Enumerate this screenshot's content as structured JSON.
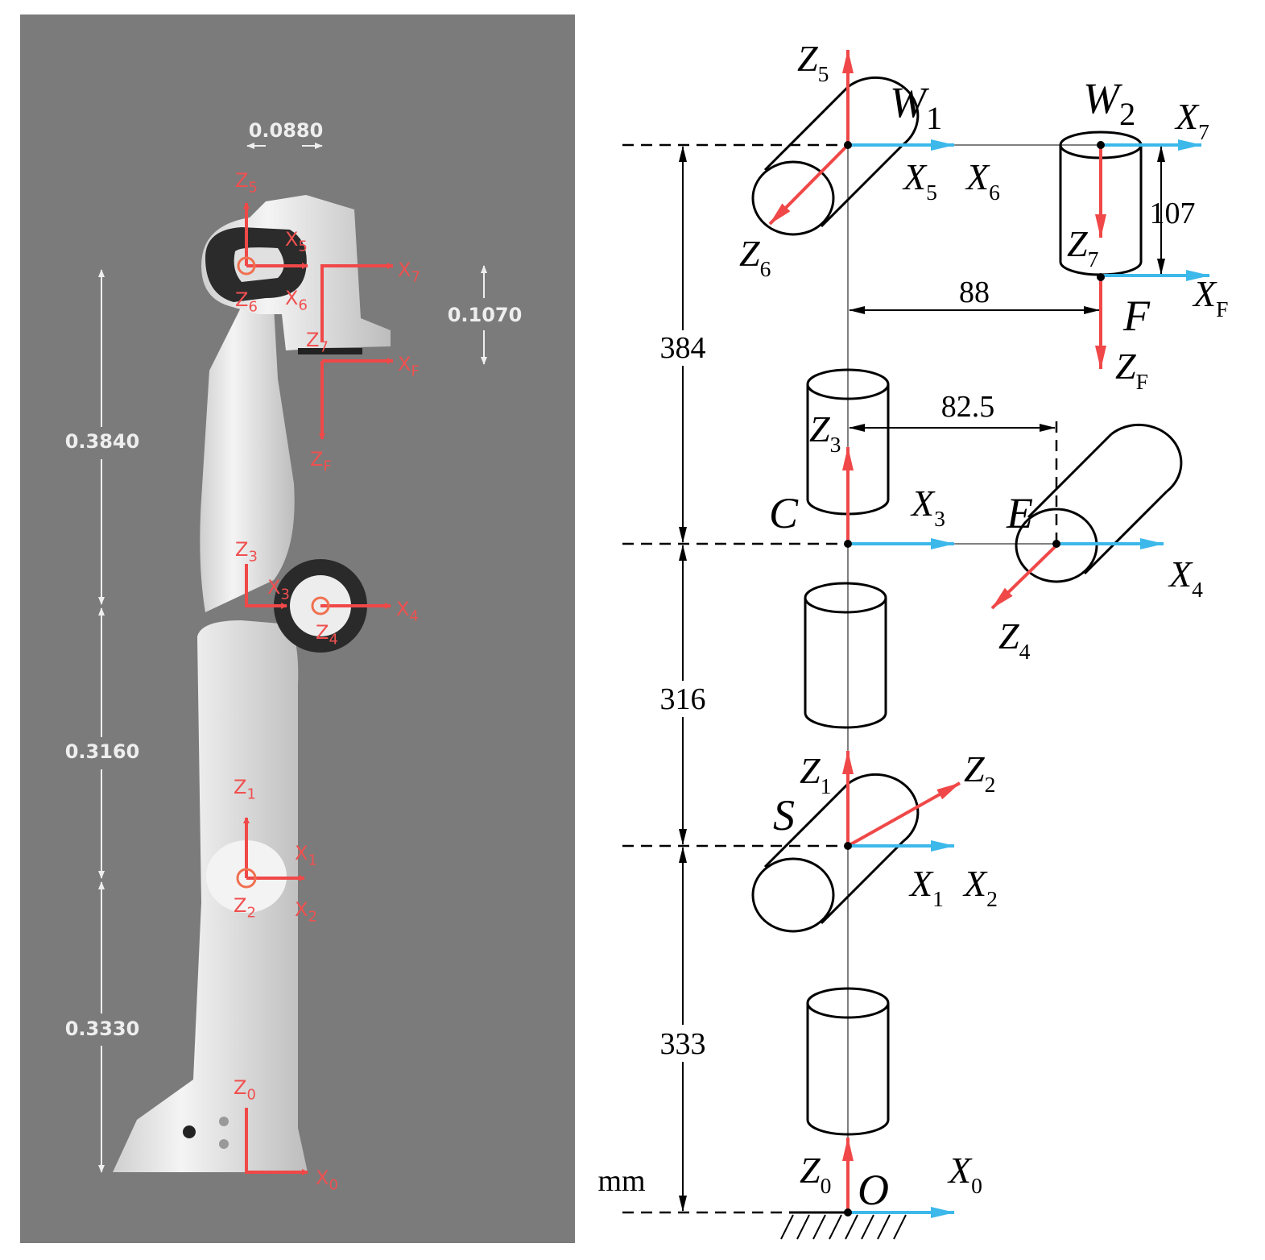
{
  "left_panel": {
    "dimensions": {
      "top_offset": "0.0880",
      "flange_length": "0.1070",
      "upper_link": "0.3840",
      "middle_link": "0.3160",
      "base_link": "0.3330"
    },
    "frames": {
      "z5": [
        "Z",
        "5"
      ],
      "x5": [
        "X",
        "5"
      ],
      "z6": [
        "Z",
        "6"
      ],
      "x6": [
        "X",
        "6"
      ],
      "x7": [
        "X",
        "7"
      ],
      "z7": [
        "Z",
        "7"
      ],
      "xf": [
        "X",
        "F"
      ],
      "zf": [
        "Z",
        "F"
      ],
      "z3": [
        "Z",
        "3"
      ],
      "x3": [
        "X",
        "3"
      ],
      "x4": [
        "X",
        "4"
      ],
      "z4": [
        "Z",
        "4"
      ],
      "z1": [
        "Z",
        "1"
      ],
      "x1": [
        "X",
        "1"
      ],
      "z2": [
        "Z",
        "2"
      ],
      "x2": [
        "X",
        "2"
      ],
      "z0": [
        "Z",
        "0"
      ],
      "x0": [
        "X",
        "0"
      ]
    }
  },
  "right_panel": {
    "unit": "mm",
    "dimensions": {
      "d384": "384",
      "d316": "316",
      "d333": "333",
      "d88": "88",
      "d825": "82.5",
      "d107": "107"
    },
    "points": {
      "w1": [
        "W",
        "1"
      ],
      "w2": [
        "W",
        "2"
      ],
      "c": [
        "C",
        ""
      ],
      "e": [
        "E",
        ""
      ],
      "s": [
        "S",
        ""
      ],
      "o": [
        "O",
        ""
      ],
      "f": [
        "F",
        ""
      ]
    },
    "frames": {
      "z5": [
        "Z",
        "5"
      ],
      "x5": [
        "X",
        "5"
      ],
      "x6": [
        "X",
        "6"
      ],
      "z6": [
        "Z",
        "6"
      ],
      "x7": [
        "X",
        "7"
      ],
      "z7": [
        "Z",
        "7"
      ],
      "xf": [
        "X",
        "F"
      ],
      "zf": [
        "Z",
        "F"
      ],
      "z3": [
        "Z",
        "3"
      ],
      "x3": [
        "X",
        "3"
      ],
      "x4": [
        "X",
        "4"
      ],
      "z4": [
        "Z",
        "4"
      ],
      "z1": [
        "Z",
        "1"
      ],
      "z2": [
        "Z",
        "2"
      ],
      "x1": [
        "X",
        "1"
      ],
      "x2": [
        "X",
        "2"
      ],
      "z0": [
        "Z",
        "0"
      ],
      "x0": [
        "X",
        "0"
      ]
    },
    "colors": {
      "z_axis": "#f04848",
      "x_axis": "#3cb8ea"
    }
  }
}
